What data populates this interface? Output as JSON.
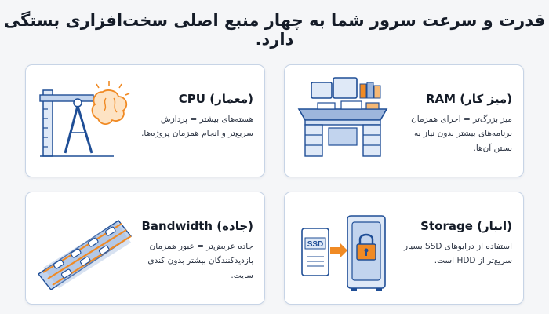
{
  "title": "قدرت و سرعت سرور شما به چهار منبع اصلی سخت‌افزاری بستگی دارد.",
  "cards": [
    {
      "id": "ram",
      "title": "RAM (میز کار)",
      "description": "میز بزرگ‌تر = اجرای همزمان برنامه‌های بیشتر بدون نیاز به بستن آن‌ها.",
      "icon": "desk-workstation-icon"
    },
    {
      "id": "cpu",
      "title": "CPU (معمار)",
      "description": "هسته‌های بیشتر = پردازش سریع‌تر و انجام همزمان پروژه‌ها.",
      "icon": "architect-brain-icon"
    },
    {
      "id": "storage",
      "title": "Storage (انبار)",
      "description": "استفاده از درایوهای SSD بسیار سریع‌تر از HDD است.",
      "icon": "ssd-vault-icon",
      "ssd_label": "SSD"
    },
    {
      "id": "bandwidth",
      "title": "Bandwidth (جاده)",
      "description": "جاده عریض‌تر = عبور همزمان بازدیدکنندگان بیشتر بدون کندی سایت.",
      "icon": "highway-traffic-icon"
    }
  ],
  "colors": {
    "accent_blue": "#1f4e96",
    "accent_orange": "#f08a24",
    "card_border": "#c7d4e6",
    "background": "#f5f6f8"
  }
}
